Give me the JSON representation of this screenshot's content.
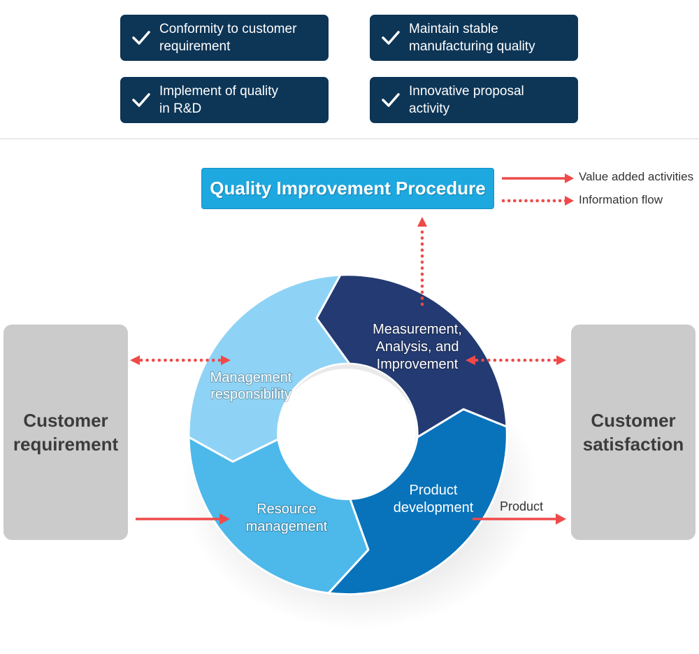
{
  "goals": [
    {
      "line1": "Conformity to customer",
      "line2": "requirement"
    },
    {
      "line1": "Maintain stable",
      "line2": "manufacturing quality"
    },
    {
      "line1": "Implement of quality",
      "line2": "in R&D"
    },
    {
      "line1": "Innovative proposal",
      "line2": "activity"
    }
  ],
  "procedure_title": "Quality Improvement Procedure",
  "legend": {
    "value_added": "Value added activities",
    "information_flow": "Information flow"
  },
  "customer_requirement": {
    "line1": "Customer",
    "line2": "requirement"
  },
  "customer_satisfaction": {
    "line1": "Customer",
    "line2": "satisfaction"
  },
  "cycle": {
    "management": {
      "line1": "Management",
      "line2": "responsibility"
    },
    "measurement": {
      "line1": "Measurement,",
      "line2": "Analysis, and",
      "line3": "Improvement"
    },
    "product": {
      "line1": "Product",
      "line2": "development"
    },
    "resource": {
      "line1": "Resource",
      "line2": "management"
    }
  },
  "product_arrow_label": "Product",
  "colors": {
    "goal_box": "#0d3556",
    "procedure_box": "#1ea8e0",
    "arrow": "#ef4a4a",
    "management": "#8ed3f5",
    "measurement": "#233a72",
    "product": "#0873ba",
    "resource": "#4db8ea",
    "side_box": "#cbcbcb"
  }
}
